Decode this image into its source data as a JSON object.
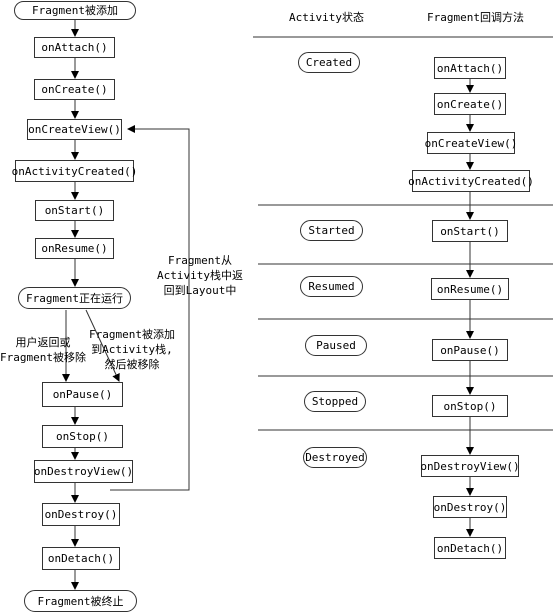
{
  "left_flow": {
    "added": "Fragment被添加",
    "on_attach": "onAttach()",
    "on_create": "onCreate()",
    "on_create_view": "onCreateView()",
    "on_activity_created": "onActivityCreated()",
    "on_start": "onStart()",
    "on_resume": "onResume()",
    "running": "Fragment正在运行",
    "branch_left": [
      "用户返回或",
      "Fragment被移除"
    ],
    "branch_right": [
      "Fragment被添加",
      "到Activity栈,",
      "然后被移除"
    ],
    "return_note": [
      "Fragment从",
      "Activity栈中返",
      "回到Layout中"
    ],
    "on_pause": "onPause()",
    "on_stop": "onStop()",
    "on_destroy_view": "onDestroyView()",
    "on_destroy": "onDestroy()",
    "on_detach": "onDetach()",
    "terminated": "Fragment被终止"
  },
  "right_table": {
    "header_state": "Activity状态",
    "header_methods": "Fragment回调方法",
    "states": [
      "Created",
      "Started",
      "Resumed",
      "Paused",
      "Stopped",
      "Destroyed"
    ],
    "methods": [
      "onAttach()",
      "onCreate()",
      "onCreateView()",
      "onActivityCreated()",
      "onStart()",
      "onResume()",
      "onPause()",
      "onStop()",
      "onDestroyView()",
      "onDestroy()",
      "onDetach()"
    ]
  }
}
